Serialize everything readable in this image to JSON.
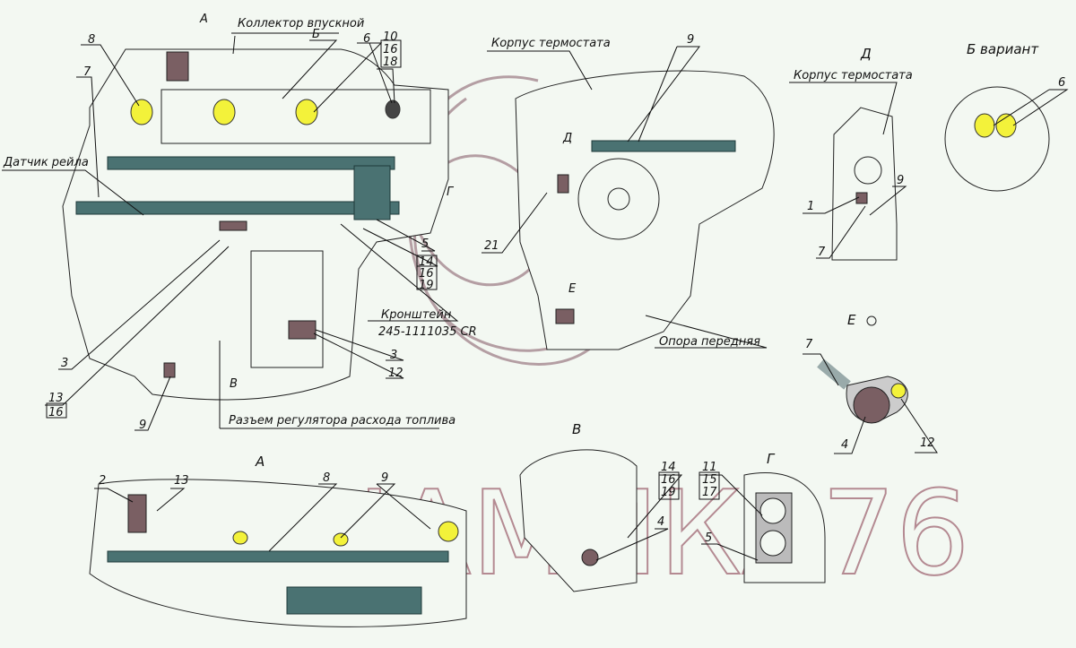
{
  "main_view": {
    "view_a_marker": "А",
    "intake_manifold": "Коллектор впускной",
    "callout_8": "8",
    "callout_7": "7",
    "view_b_marker": "Б",
    "callout_6": "6",
    "callout_10_16_18": [
      "10",
      "16",
      "18"
    ],
    "rail_sensor": "Датчик рейла",
    "view_g_marker": "Г",
    "callout_5": "5",
    "callout_14_16_19": [
      "14",
      "16",
      "19"
    ],
    "bracket": "Кронштейн",
    "bracket_part_no": "245-1111035 CR",
    "callout_3_right": "3",
    "callout_12": "12",
    "callout_3_left": "3",
    "callout_13_16": [
      "13",
      "16"
    ],
    "callout_9": "9",
    "view_v_marker": "В",
    "fuel_regulator_connector": "Разъем регулятора расхода топлива"
  },
  "front_view": {
    "thermostat_housing": "Корпус термостата",
    "callout_9": "9",
    "view_d_marker": "Д",
    "callout_21": "21",
    "view_e_marker": "Е",
    "front_support": "Опора передняя"
  },
  "view_d": {
    "title": "Д",
    "thermostat_housing": "Корпус термостата",
    "callout_1": "1",
    "callout_9": "9",
    "callout_7": "7"
  },
  "view_b_variant": {
    "title": "Б вариант",
    "callout_6": "6"
  },
  "view_e": {
    "title": "Е",
    "callout_7": "7",
    "callout_4": "4",
    "callout_12": "12"
  },
  "view_a": {
    "title": "А",
    "callout_2": "2",
    "callout_13": "13",
    "callout_8": "8",
    "callout_9": "9"
  },
  "view_v": {
    "title": "В",
    "callout_14_16_19": [
      "14",
      "16",
      "19"
    ],
    "callout_4": "4"
  },
  "view_g": {
    "title": "Г",
    "callout_11_15_17": [
      "11",
      "15",
      "17"
    ],
    "callout_5": "5"
  },
  "watermark": "ДИНАМИКА76",
  "colors": {
    "background": "#f3f8f2",
    "harness_rail": "#4a7272",
    "connector_yellow": "#f3f23a",
    "sensor_brown": "#7a5f63",
    "watermark": "#b48a92"
  }
}
